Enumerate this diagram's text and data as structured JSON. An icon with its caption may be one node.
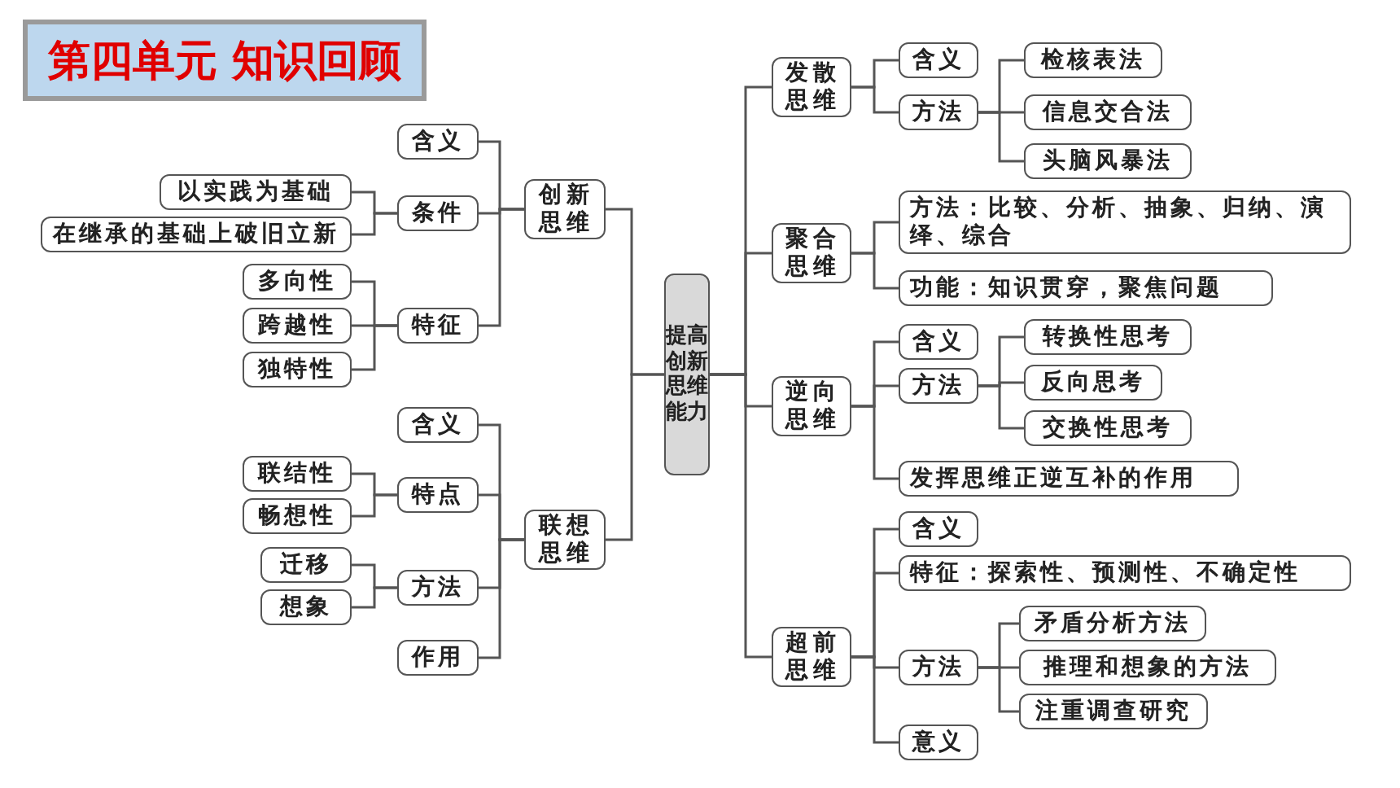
{
  "diagram": {
    "title": "第四单元 知识回顾",
    "nodes": [
      {
        "text": [
          "提高创新思维能力"
        ]
      },
      {
        "text": [
          "创新思维"
        ]
      },
      {
        "text": [
          "含义"
        ]
      },
      {
        "text": [
          "条件"
        ]
      },
      {
        "text": [
          "以实践为基础"
        ]
      },
      {
        "text": [
          "在继承的基础上破旧立新"
        ]
      },
      {
        "text": [
          "特征"
        ]
      },
      {
        "text": [
          "多向性"
        ]
      },
      {
        "text": [
          "跨越性"
        ]
      },
      {
        "text": [
          "独特性"
        ]
      },
      {
        "text": [
          "联想思维"
        ]
      },
      {
        "text": [
          "含义"
        ]
      },
      {
        "text": [
          "特点"
        ]
      },
      {
        "text": [
          "联结性"
        ]
      },
      {
        "text": [
          "畅想性"
        ]
      },
      {
        "text": [
          "方法"
        ]
      },
      {
        "text": [
          "迁移"
        ]
      },
      {
        "text": [
          "想象"
        ]
      },
      {
        "text": [
          "作用"
        ]
      },
      {
        "text": [
          "发散思维"
        ]
      },
      {
        "text": [
          "含义"
        ]
      },
      {
        "text": [
          "方法"
        ]
      },
      {
        "text": [
          "检核表法"
        ]
      },
      {
        "text": [
          "信息交合法"
        ]
      },
      {
        "text": [
          "头脑风暴法"
        ]
      },
      {
        "text": [
          "聚合思维"
        ]
      },
      {
        "text": [
          "方法：比较、分析、抽象、归纳、演绎、综合"
        ]
      },
      {
        "text": [
          "功能：知识贯穿，聚焦问题"
        ]
      },
      {
        "text": [
          "逆向思维"
        ]
      },
      {
        "text": [
          "含义"
        ]
      },
      {
        "text": [
          "方法"
        ]
      },
      {
        "text": [
          "转换性思考"
        ]
      },
      {
        "text": [
          "反向思考"
        ]
      },
      {
        "text": [
          "交换性思考"
        ]
      },
      {
        "text": [
          "发挥思维正逆互补的作用"
        ]
      },
      {
        "text": [
          "超前思维"
        ]
      },
      {
        "text": [
          "含义"
        ]
      },
      {
        "text": [
          "特征：探索性、预测性、不确定性"
        ]
      },
      {
        "text": [
          "方法"
        ]
      },
      {
        "text": [
          "矛盾分析方法"
        ]
      },
      {
        "text": [
          "推理和想象的方法"
        ]
      },
      {
        "text": [
          "注重调查研究"
        ]
      },
      {
        "text": [
          "意义"
        ]
      }
    ],
    "edges": [
      {
        "from": 0,
        "to": 1,
        "arrow": "none"
      },
      {
        "from": 1,
        "to": 2,
        "arrow": "none"
      },
      {
        "from": 1,
        "to": 3,
        "arrow": "none"
      },
      {
        "from": 3,
        "to": 4,
        "arrow": "none"
      },
      {
        "from": 3,
        "to": 5,
        "arrow": "none"
      },
      {
        "from": 1,
        "to": 6,
        "arrow": "none"
      },
      {
        "from": 6,
        "to": 7,
        "arrow": "none"
      },
      {
        "from": 6,
        "to": 8,
        "arrow": "none"
      },
      {
        "from": 6,
        "to": 9,
        "arrow": "none"
      },
      {
        "from": 0,
        "to": 10,
        "arrow": "none"
      },
      {
        "from": 10,
        "to": 11,
        "arrow": "none"
      },
      {
        "from": 10,
        "to": 12,
        "arrow": "none"
      },
      {
        "from": 12,
        "to": 13,
        "arrow": "none"
      },
      {
        "from": 12,
        "to": 14,
        "arrow": "none"
      },
      {
        "from": 10,
        "to": 15,
        "arrow": "none"
      },
      {
        "from": 15,
        "to": 16,
        "arrow": "none"
      },
      {
        "from": 15,
        "to": 17,
        "arrow": "none"
      },
      {
        "from": 10,
        "to": 18,
        "arrow": "none"
      },
      {
        "from": 0,
        "to": 19,
        "arrow": "none"
      },
      {
        "from": 19,
        "to": 20,
        "arrow": "none"
      },
      {
        "from": 19,
        "to": 21,
        "arrow": "none"
      },
      {
        "from": 21,
        "to": 22,
        "arrow": "none"
      },
      {
        "from": 21,
        "to": 23,
        "arrow": "none"
      },
      {
        "from": 21,
        "to": 24,
        "arrow": "none"
      },
      {
        "from": 0,
        "to": 25,
        "arrow": "none"
      },
      {
        "from": 25,
        "to": 26,
        "arrow": "none"
      },
      {
        "from": 25,
        "to": 27,
        "arrow": "none"
      },
      {
        "from": 0,
        "to": 28,
        "arrow": "none"
      },
      {
        "from": 28,
        "to": 29,
        "arrow": "none"
      },
      {
        "from": 28,
        "to": 30,
        "arrow": "none"
      },
      {
        "from": 30,
        "to": 31,
        "arrow": "none"
      },
      {
        "from": 30,
        "to": 32,
        "arrow": "none"
      },
      {
        "from": 30,
        "to": 33,
        "arrow": "none"
      },
      {
        "from": 28,
        "to": 34,
        "arrow": "none"
      },
      {
        "from": 0,
        "to": 35,
        "arrow": "none"
      },
      {
        "from": 35,
        "to": 36,
        "arrow": "none"
      },
      {
        "from": 35,
        "to": 37,
        "arrow": "none"
      },
      {
        "from": 35,
        "to": 38,
        "arrow": "none"
      },
      {
        "from": 38,
        "to": 39,
        "arrow": "none"
      },
      {
        "from": 38,
        "to": 40,
        "arrow": "none"
      },
      {
        "from": 38,
        "to": 41,
        "arrow": "none"
      },
      {
        "from": 35,
        "to": 42,
        "arrow": "none"
      }
    ]
  }
}
